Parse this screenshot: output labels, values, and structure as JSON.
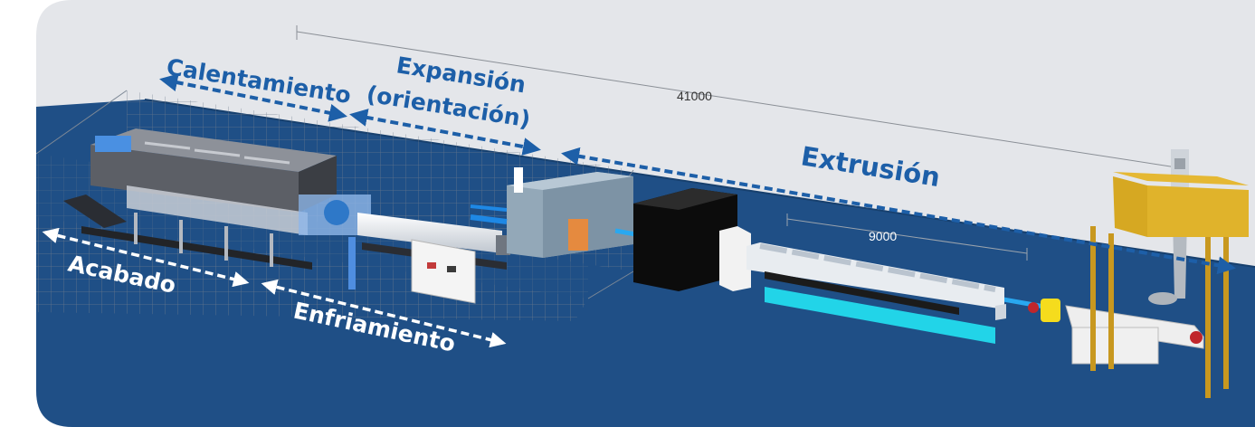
{
  "labels": {
    "calentamiento": "Calentamiento",
    "expansion_line1": "Expansión",
    "expansion_line2": "(orientación)",
    "extrusion": "Extrusión",
    "acabado": "Acabado",
    "enfriamiento": "Enfriamiento"
  },
  "dimensions": {
    "overall": "41000",
    "bath": "9000"
  },
  "colors": {
    "floor": "#1f4f86",
    "background": "#e4e6ea",
    "blue_label": "#1d5fa8",
    "white_label": "#ffffff",
    "frame_yellow": "#d6a822",
    "cyan_tank": "#22d4e8"
  }
}
